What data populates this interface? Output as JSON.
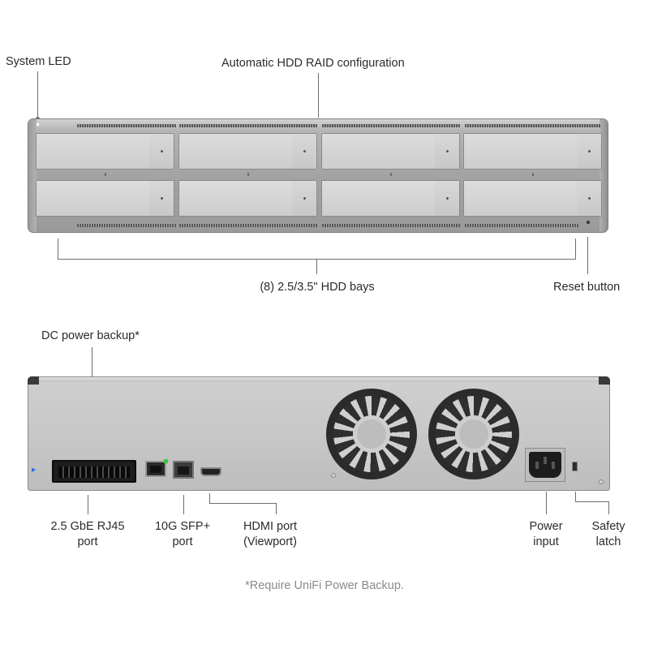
{
  "front": {
    "callouts": {
      "system_led": "System LED",
      "raid": "Automatic HDD RAID configuration",
      "bays": "(8) 2.5/3.5\" HDD bays",
      "reset": "Reset button"
    }
  },
  "rear": {
    "callouts": {
      "dc_backup": "DC power backup*",
      "rj45": [
        "2.5 GbE RJ45",
        "port"
      ],
      "sfp": [
        "10G SFP+",
        "port"
      ],
      "hdmi": [
        "HDMI port",
        "(Viewport)"
      ],
      "power": [
        "Power",
        "input"
      ],
      "latch": [
        "Safety",
        "latch"
      ]
    }
  },
  "footnote": "*Require UniFi Power Backup.",
  "colors": {
    "chassis": "#b0b0b0",
    "bay": "#d3d3d3",
    "rear_panel": "#c9c9c9",
    "leader": "#6e6e6e",
    "footnote": "#8a8a8a",
    "port_led": "#3ec63e",
    "power_backup_icon": "#2f6fd6"
  }
}
